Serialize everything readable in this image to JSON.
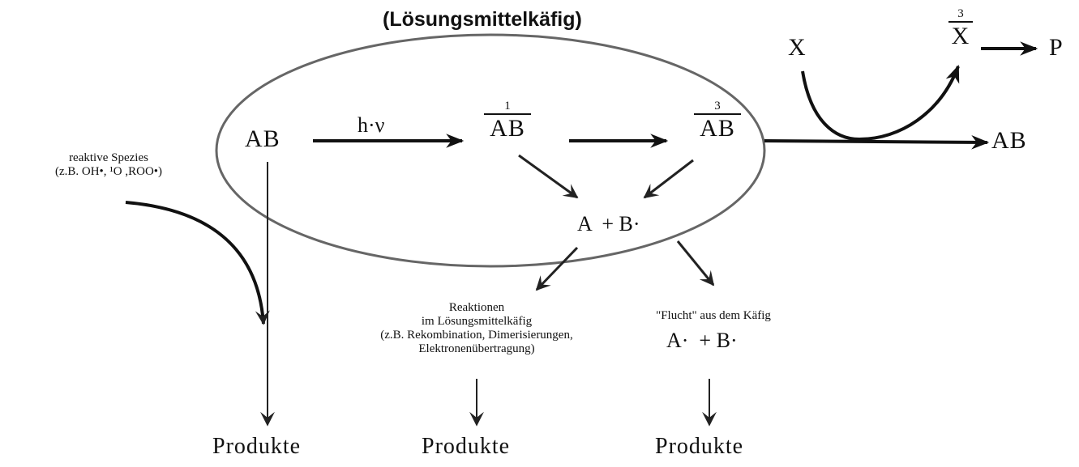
{
  "diagram": {
    "cage_label": "(Lösungsmittelkäfig)",
    "start": "AB",
    "excitation": "h·ν",
    "singlet": {
      "multiplicity": "1",
      "species": "AB"
    },
    "triplet": {
      "multiplicity": "3",
      "species": "AB"
    },
    "product_ab": "AB",
    "acceptor": "X",
    "acceptor_triplet": {
      "multiplicity": "3",
      "species": "X"
    },
    "acceptor_product": "P",
    "radical_pair": "A  + B·",
    "reactive_species": {
      "line1": "reaktive Spezies",
      "line2": "(z.B. OH•, ¹O ,ROO•)"
    },
    "cage_reactions": {
      "line1": "Reaktionen",
      "line2": "im Lösungsmittelkäfig",
      "line3": "(z.B. Rekombination, Dimerisierungen,",
      "line4": "Elektronenübertragung)"
    },
    "escape": {
      "line1": "\"Flucht\" aus dem Käfig",
      "line2": "A·  + B·"
    },
    "products": [
      "Produkte",
      "Produkte",
      "Produkte"
    ]
  }
}
